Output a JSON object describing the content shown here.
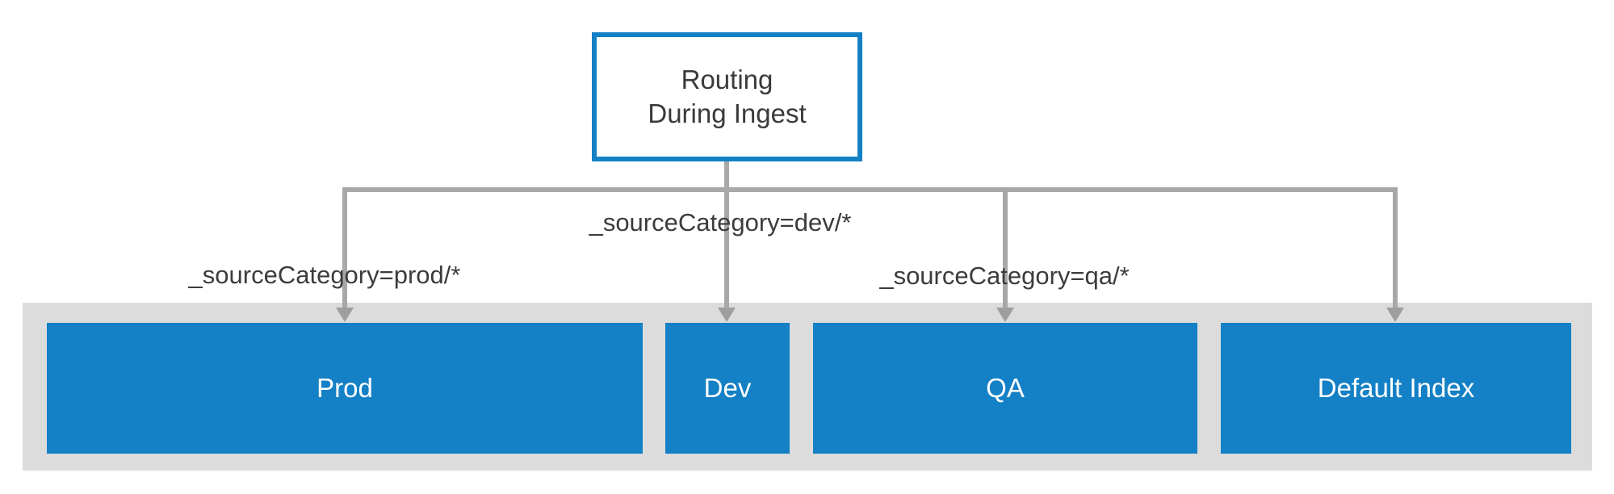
{
  "diagram_title": "Routing During Ingest",
  "root_node": {
    "lines": [
      "Routing",
      "During Ingest"
    ]
  },
  "edge_labels": {
    "prod": "_sourceCategory=prod/*",
    "dev": "_sourceCategory=dev/*",
    "qa": "_sourceCategory=qa/*"
  },
  "index_nodes": [
    {
      "id": "prod",
      "label": "Prod"
    },
    {
      "id": "dev",
      "label": "Dev"
    },
    {
      "id": "qa",
      "label": "QA"
    },
    {
      "id": "default",
      "label": "Default Index"
    }
  ],
  "colors": {
    "accent_blue": "#1480c5",
    "connector_gray": "#a8a8a8",
    "arrowhead_gray": "#9e9e9e",
    "band_gray": "#dcdcdc",
    "label_text": "#3c3c3c",
    "root_text": "#3a3a3a",
    "node_text": "#ffffff",
    "background": "#ffffff"
  }
}
